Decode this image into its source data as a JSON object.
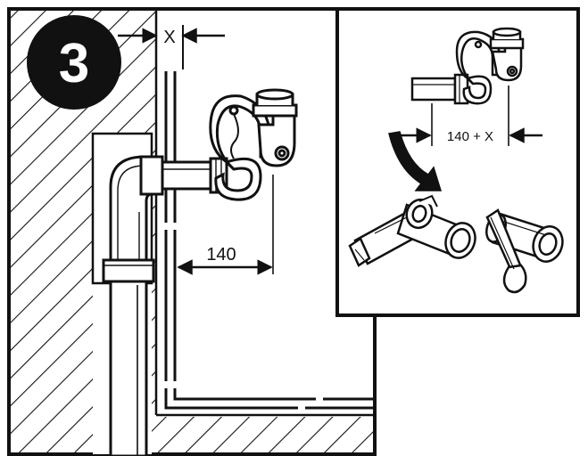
{
  "step": {
    "number": "3"
  },
  "dimensions": {
    "offset_label": "X",
    "wall_distance_label": "140",
    "sum_label": "140 + X"
  },
  "colors": {
    "ink": "#111111",
    "paper": "#ffffff"
  },
  "icons": [
    "step-badge-icon",
    "curved-arrow-icon",
    "saw-icon"
  ]
}
